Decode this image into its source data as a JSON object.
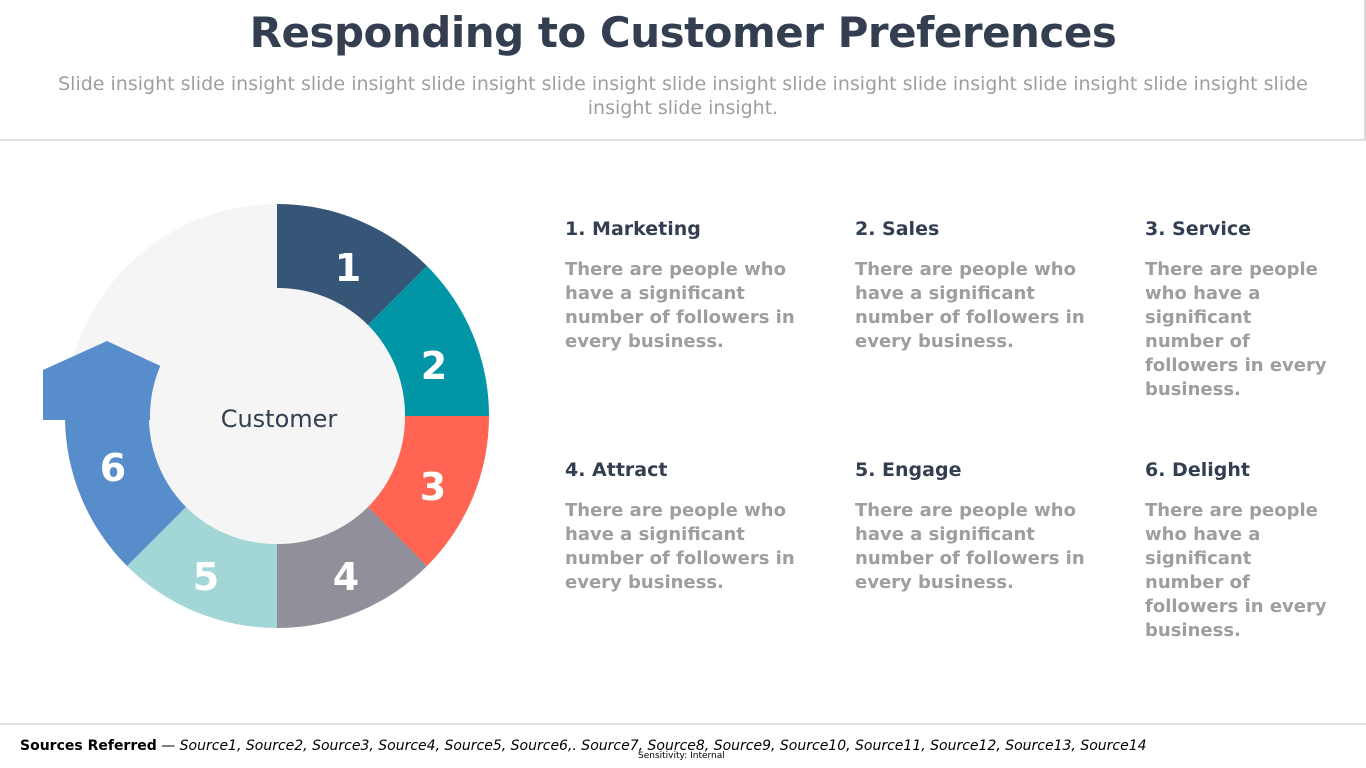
{
  "header": {
    "title": "Responding to Customer Preferences",
    "subtitle": "Slide insight slide insight slide insight slide insight slide insight slide insight slide insight slide insight slide insight slide insight slide insight slide insight."
  },
  "cycle": {
    "center_label": "Customer",
    "segments": [
      {
        "number": "1",
        "color": "#355677"
      },
      {
        "number": "2",
        "color": "#0096a6"
      },
      {
        "number": "3",
        "color": "#ff6552"
      },
      {
        "number": "4",
        "color": "#918f99"
      },
      {
        "number": "5",
        "color": "#a3d7d7"
      },
      {
        "number": "6",
        "color": "#578dcb"
      }
    ],
    "track_color": "#f5f5f5"
  },
  "items": [
    {
      "title": "1. Marketing",
      "body": "There are people who have a significant number of followers in every business."
    },
    {
      "title": "2. Sales",
      "body": "There are people who have a significant number of followers in every business."
    },
    {
      "title": "3. Service",
      "body": "There are people who have a significant number of followers in every business."
    },
    {
      "title": "4. Attract",
      "body": "There are people who have a significant number of followers in every business."
    },
    {
      "title": "5. Engage",
      "body": "There are people who have a significant number of followers in every business."
    },
    {
      "title": "6. Delight",
      "body": "There are people who have a significant number of followers in every business."
    }
  ],
  "footer": {
    "sources_label": "Sources Referred",
    "sources_list": " — Source1, Source2, Source3, Source4, Source5, Source6,. Source7, Source8, Source9, Source10, Source11, Source12, Source13, Source14",
    "sensitivity": "Sensitivity: Internal"
  }
}
